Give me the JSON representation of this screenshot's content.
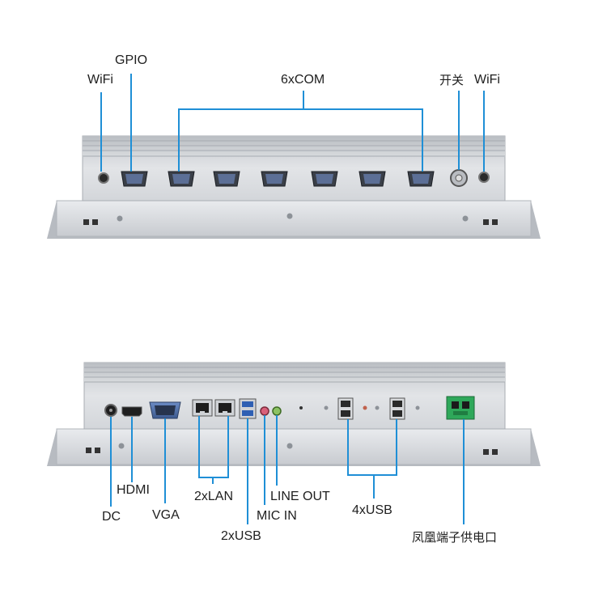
{
  "top_panel": {
    "labels": {
      "gpio": "GPIO",
      "wifi_left": "WiFi",
      "com": "6xCOM",
      "switch": "开关",
      "wifi_right": "WiFi"
    }
  },
  "bottom_panel": {
    "labels": {
      "hdmi": "HDMI",
      "dc": "DC",
      "vga": "VGA",
      "lan": "2xLAN",
      "usb2": "2xUSB",
      "mic_in": "MIC IN",
      "line_out": "LINE OUT",
      "usb4": "4xUSB",
      "phoenix_power": "凤凰端子供电口"
    }
  },
  "colors": {
    "callout_line": "#1f8fd6",
    "metal_light": "#e6e8eb",
    "metal_mid": "#c9ccd1",
    "metal_dark": "#9da2a9",
    "port_blue": "#4e6fa8",
    "terminal_green": "#2ea85a"
  }
}
